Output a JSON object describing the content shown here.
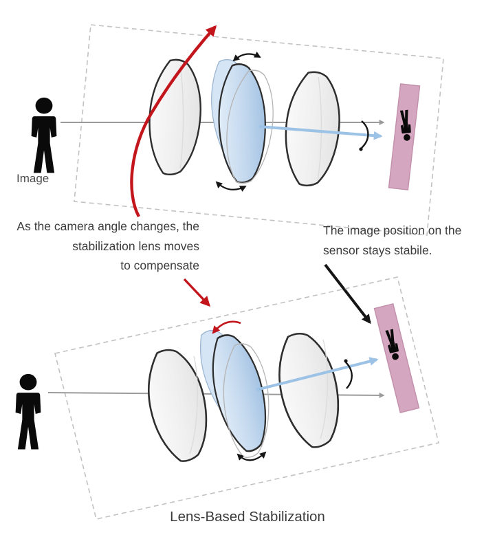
{
  "title": "Lens-Based Stabilization",
  "labels": {
    "image": "Image"
  },
  "annotations": {
    "camera_angle": "As the camera angle changes, the\nstabilization lens moves\nto compensate",
    "sensor_stable": "The image position on the\nsensor stays stabile."
  },
  "icons": {
    "subject": "person-icon",
    "sensor_image": "inverted-person-icon",
    "camera_shake": "red-rotation-arrow",
    "lens_motion": "rotation-arc-icons"
  },
  "colors": {
    "red-arrow": "#c3161c",
    "blue-arrow": "#9cc2e5",
    "lens-blue": "#aac7e6",
    "lens-blue-light": "#d6e5f5",
    "lens-gray": "#efefef",
    "lens-outline": "#2e2e2e",
    "sensor-pink": "#d5a6bf",
    "sensor-border": "#c491ad",
    "dashed-border": "#c2c2c2",
    "axis-gray": "#9b9b9b",
    "figure-black": "#0a0a0a",
    "text": "#3c3c3c"
  }
}
